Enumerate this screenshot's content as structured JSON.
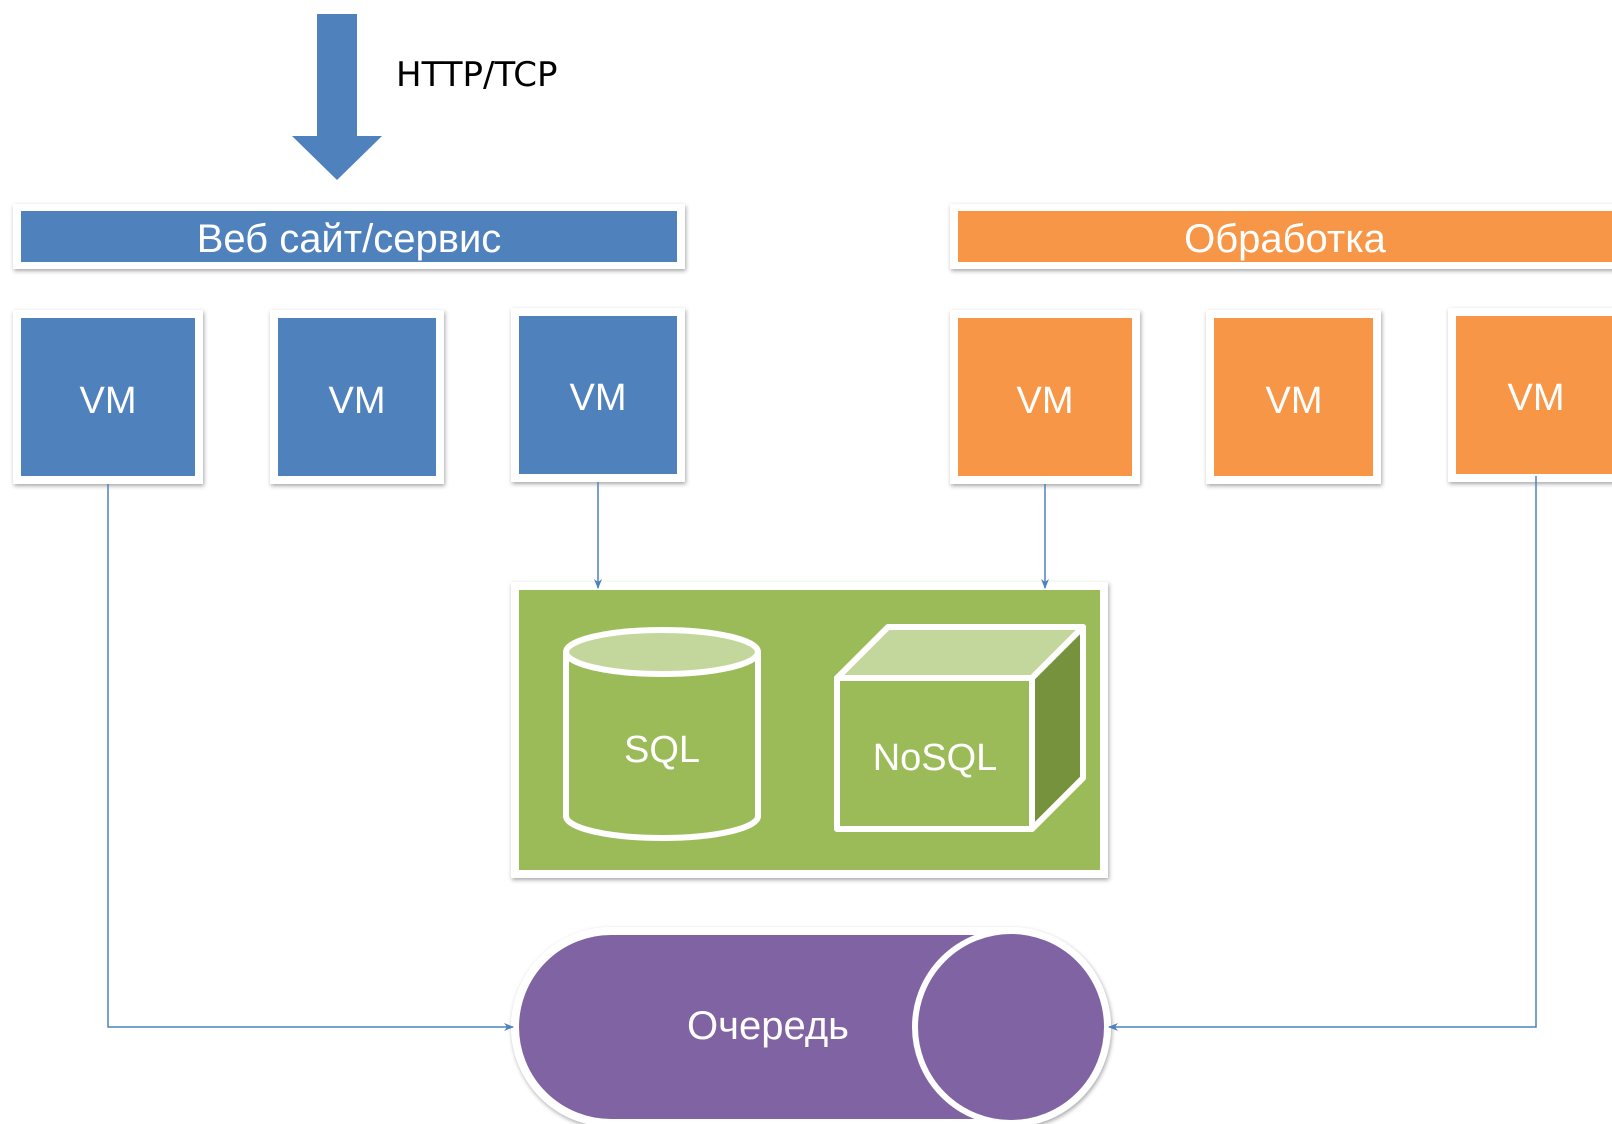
{
  "protocol_label": "HTTP/TCP",
  "web": {
    "title": "Веб сайт/сервис",
    "vms": [
      "VM",
      "VM",
      "VM"
    ]
  },
  "processing": {
    "title": "Обработка",
    "vms": [
      "VM",
      "VM",
      "VM"
    ]
  },
  "storage": {
    "sql_label": "SQL",
    "nosql_label": "NoSQL"
  },
  "queue": {
    "label": "Очередь"
  },
  "colors": {
    "web": "#4f81bd",
    "processing": "#f79646",
    "storage": "#9bbb59",
    "storage_light": "#c3d69b",
    "storage_dark": "#76923c",
    "queue": "#8064a2",
    "connector": "#4f81bd"
  }
}
